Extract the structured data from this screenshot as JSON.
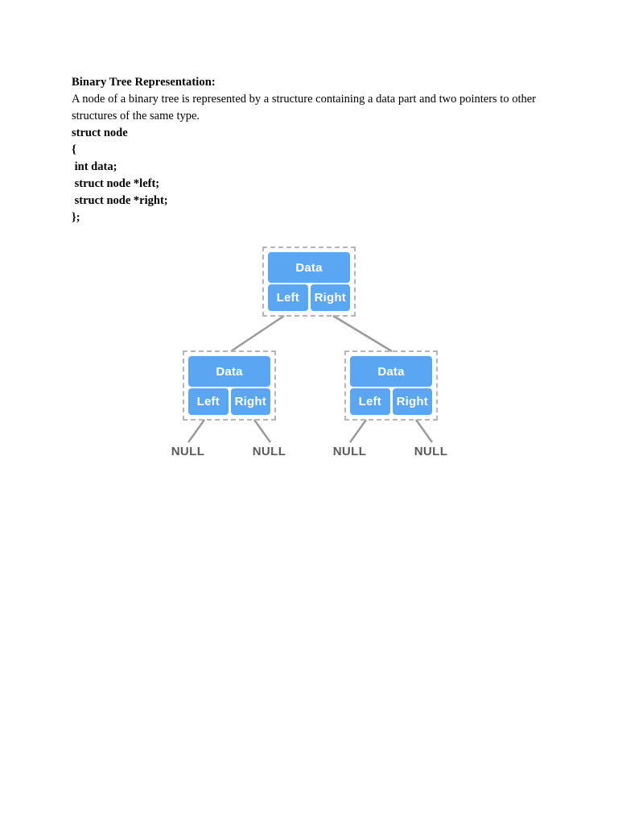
{
  "document": {
    "heading": "Binary Tree Representation:",
    "paragraph": "A node of a binary tree is represented by a structure containing a data part and two pointers to other structures of the same type.",
    "code_lines": [
      "struct node",
      "{",
      " int data;",
      " struct node *left;",
      " struct node *right;",
      "};"
    ]
  },
  "diagram": {
    "title": "binary-tree-node-representation",
    "colors": {
      "node_fill": "#5ba6f2",
      "node_text": "#ffffff",
      "node_border": "#b5b5b5",
      "connector": "#9a9a9a",
      "null_text": "#5a5a5a",
      "page_background": "#ffffff"
    },
    "node_labels": {
      "data": "Data",
      "left": "Left",
      "right": "Right"
    },
    "nodes": [
      {
        "id": "root",
        "data": "Data",
        "left": "Left",
        "right": "Right"
      },
      {
        "id": "left-child",
        "data": "Data",
        "left": "Left",
        "right": "Right"
      },
      {
        "id": "right-child",
        "data": "Data",
        "left": "Left",
        "right": "Right"
      }
    ],
    "null_labels": [
      {
        "id": "null-1",
        "text": "NULL"
      },
      {
        "id": "null-2",
        "text": "NULL"
      },
      {
        "id": "null-3",
        "text": "NULL"
      },
      {
        "id": "null-4",
        "text": "NULL"
      }
    ]
  }
}
